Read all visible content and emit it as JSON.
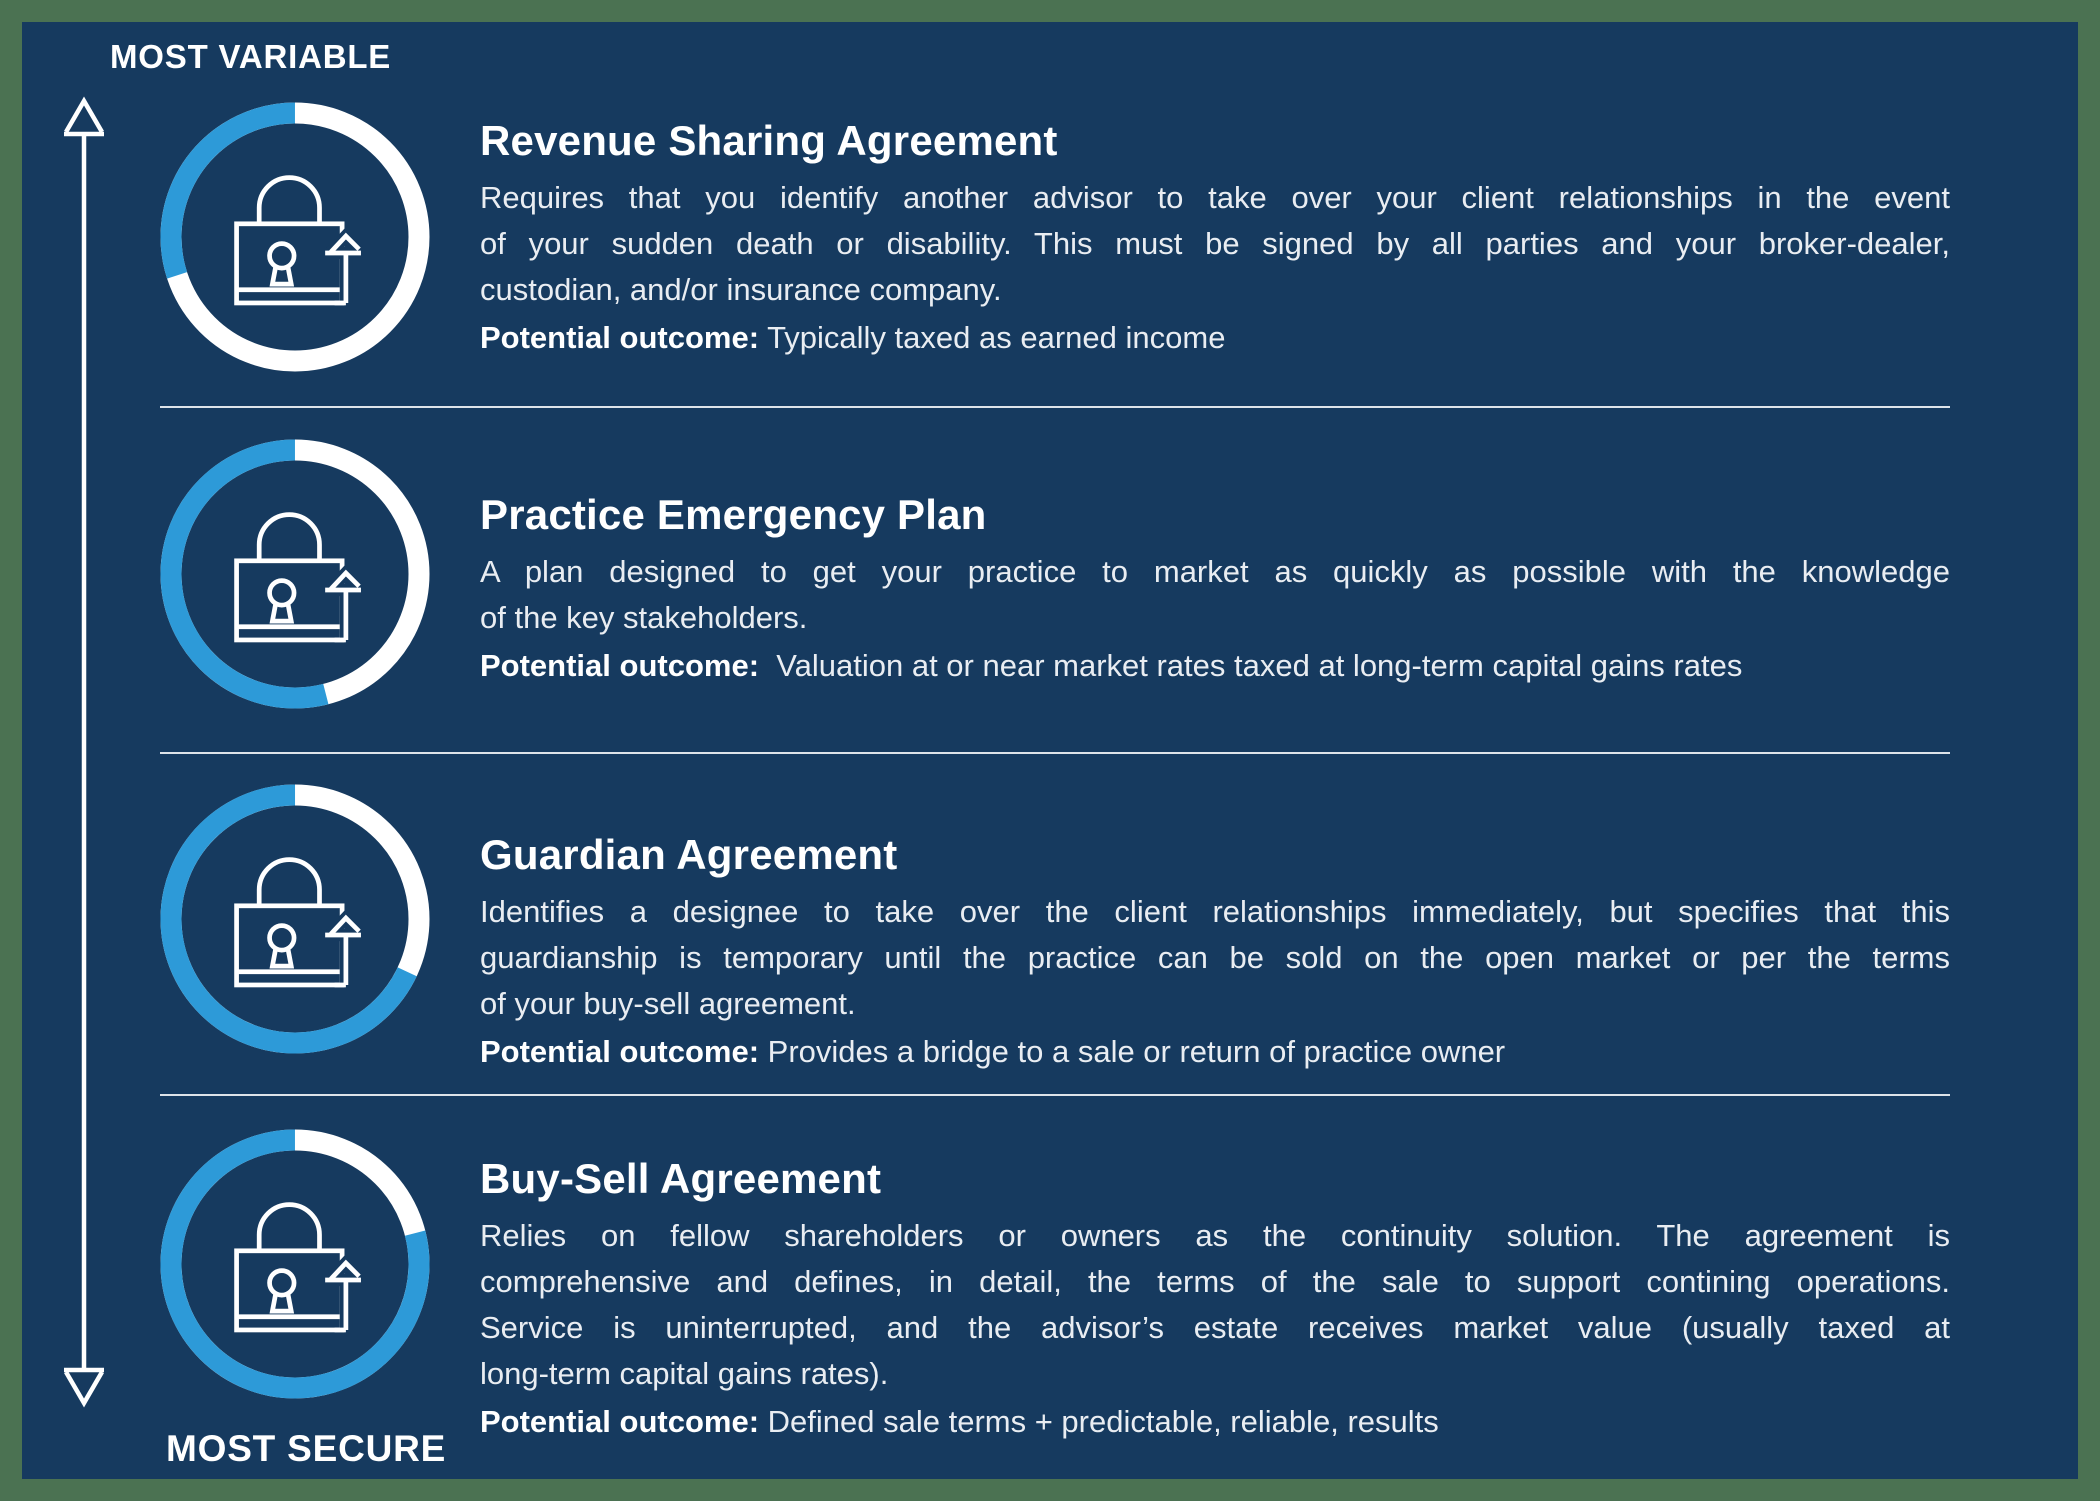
{
  "colors": {
    "background_navy": "#163a5f",
    "frame_green": "#4b7252",
    "accent_blue": "#2d9ad8",
    "title_white": "#ffffff",
    "body_text": "#e9edf2"
  },
  "axis": {
    "top_label": "MOST VARIABLE",
    "bottom_label": "MOST SECURE"
  },
  "icons": {
    "lock_icon": "padlock-with-renewal-arrow",
    "ring_icon": "progress-ring",
    "axis_icon": "double-headed-vertical-arrow"
  },
  "sections": [
    {
      "title": "Revenue Sharing Agreement",
      "body_lines": [
        "Requires that you identify another advisor to take over your client relationships in the event",
        "of your sudden death or disability. This must be signed by all parties and your broker-dealer,",
        "custodian, and/or insurance company."
      ],
      "outcome_label": "Potential outcome:",
      "outcome": "Typically taxed as earned income",
      "ring_blue_percent": 30
    },
    {
      "title": "Practice Emergency Plan",
      "body_lines": [
        "A plan designed to get your practice to market as quickly as possible with the knowledge",
        "of the key stakeholders."
      ],
      "outcome_label": "Potential outcome:",
      "outcome": " Valuation at or near market rates taxed at long-term capital gains rates",
      "ring_blue_percent": 54
    },
    {
      "title": "Guardian Agreement",
      "body_lines": [
        "Identifies a designee to take over the client relationships immediately, but specifies that this",
        "guardianship is temporary until the practice can be sold on the open market or per the terms",
        "of your buy-sell agreement."
      ],
      "outcome_label": "Potential outcome:",
      "outcome": "Provides a bridge to a sale or return of practice owner",
      "ring_blue_percent": 68
    },
    {
      "title": "Buy-Sell Agreement",
      "body_lines": [
        "Relies on fellow shareholders or owners as the continuity solution. The agreement is",
        "comprehensive and defines, in detail, the terms of the sale to support contining operations.",
        "Service is uninterrupted, and the advisor’s estate receives market value (usually taxed at",
        "long-term capital gains rates)."
      ],
      "outcome_label": "Potential outcome:",
      "outcome": "Defined sale terms + predictable, reliable, results",
      "ring_blue_percent": 79
    }
  ]
}
